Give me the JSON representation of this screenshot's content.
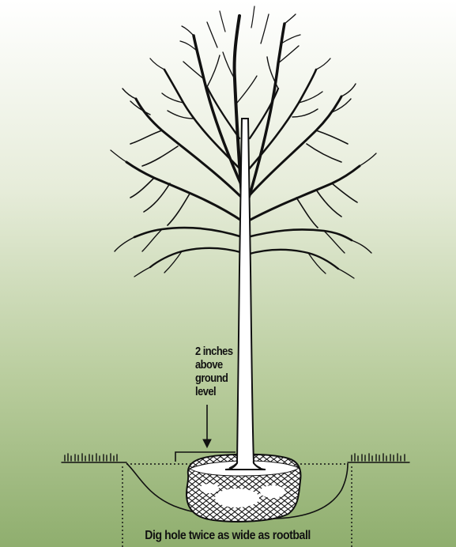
{
  "callout": {
    "line1": "2 inches",
    "line2": "above",
    "line3": "ground",
    "line4": "level"
  },
  "caption": "Dig hole twice as wide as rootball",
  "colors": {
    "background_top": "#ffffff",
    "background_bottom": "#8fae6e",
    "ink": "#111111",
    "trunk_fill": "#ffffff"
  }
}
